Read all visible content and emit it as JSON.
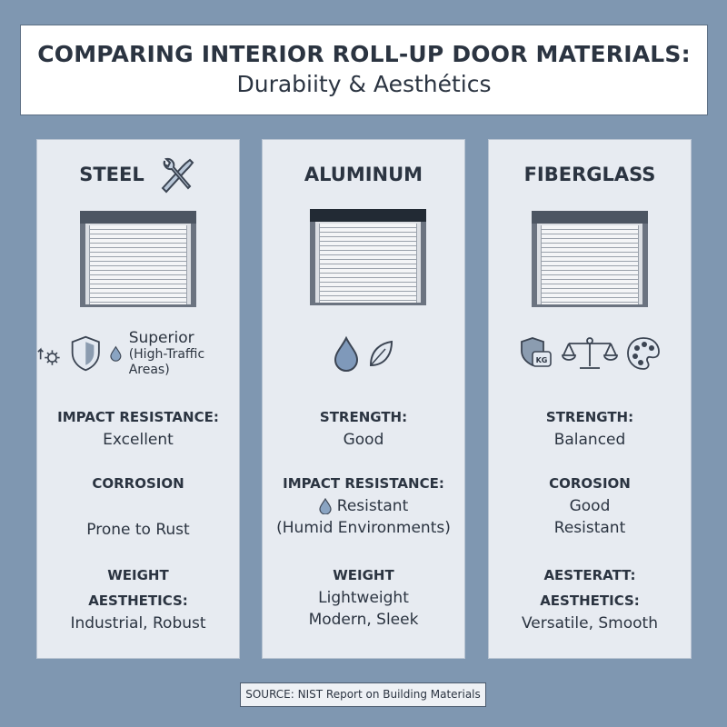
{
  "title": {
    "line1": "COMPARING INTERIOR ROLL-UP DOOR MATERIALS:",
    "line2": "Durabiity & Aesthétics"
  },
  "columns": [
    {
      "name": "STEEL",
      "icon": "wrench-screwdriver-icon",
      "icons": [
        "gear-arrow-icon",
        "shield-icon",
        "droplet-icon"
      ],
      "superior_main": "Superior",
      "superior_sub": "(High-Traffic Areas)",
      "rows": [
        {
          "label": "IMPACT RESISTANCE:",
          "value": "Excellent"
        },
        {
          "label": "CORROSION",
          "value": "Prone to Rust"
        },
        {
          "label": "WEIGHT",
          "value": ""
        },
        {
          "label": "AESTHETICS:",
          "value": "Industrial, Robust"
        }
      ]
    },
    {
      "name": "ALUMINUM",
      "icons": [
        "droplet-icon",
        "leaf-icon"
      ],
      "rows": [
        {
          "label": "STRENGTH:",
          "value": "Good"
        },
        {
          "label": "IMPACT RESISTANCE:",
          "value": "Resistant",
          "extra": "(Humid Environments)"
        },
        {
          "label": "WEIGHT",
          "value": "Lightweight"
        },
        {
          "label": "",
          "value": "Modern, Sleek"
        }
      ]
    },
    {
      "name": "FIBERGLASS",
      "icons": [
        "shield-kg-icon",
        "scale-icon",
        "palette-icon"
      ],
      "kg_text": "KG",
      "rows": [
        {
          "label": "STRENGTH:",
          "value": "Balanced"
        },
        {
          "label": "COROSION",
          "value": "Good",
          "extra": "Resistant"
        },
        {
          "label": "AESTERATT:",
          "value": ""
        },
        {
          "label": "AESTHETICS:",
          "value": "Versatile, Smooth"
        }
      ]
    }
  ],
  "source": "SOURCE: NIST Report on Building Materials",
  "colors": {
    "background": "#7f97b1",
    "panel": "#e7ebf1",
    "text": "#2b3441"
  }
}
